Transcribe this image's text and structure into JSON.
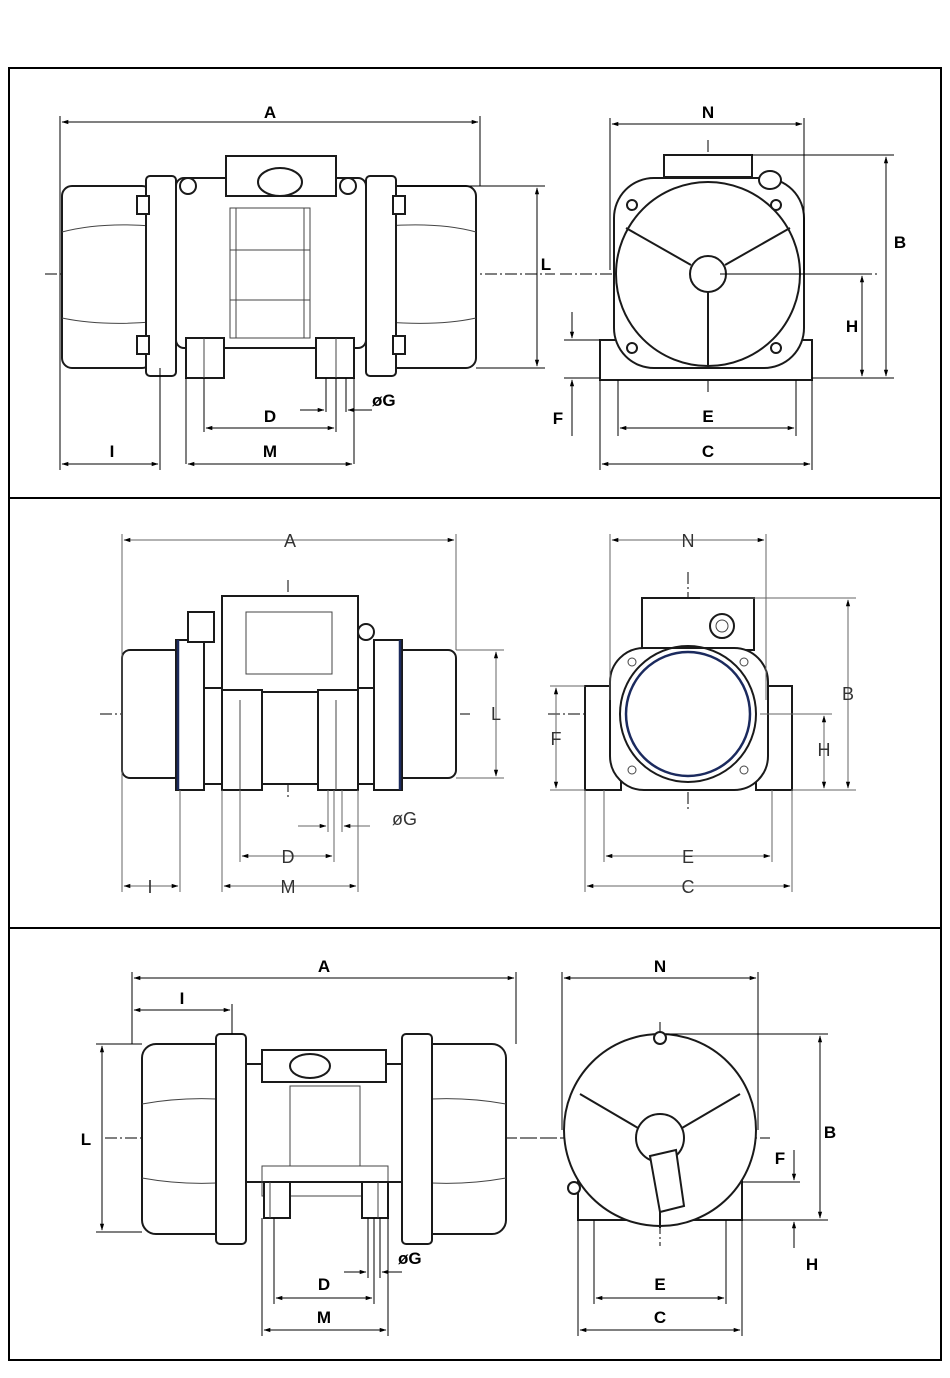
{
  "panels": [
    {
      "side": {
        "A": "A",
        "L": "L",
        "D": "D",
        "G": "øG",
        "I": "I",
        "M": "M"
      },
      "front": {
        "N": "N",
        "B": "B",
        "H": "H",
        "F": "F",
        "E": "E",
        "C": "C"
      }
    },
    {
      "side": {
        "A": "A",
        "L": "L",
        "D": "D",
        "G": "øG",
        "I": "I",
        "M": "M"
      },
      "front": {
        "N": "N",
        "B": "B",
        "H": "H",
        "F": "F",
        "E": "E",
        "C": "C"
      }
    },
    {
      "side": {
        "A": "A",
        "L": "L",
        "D": "D",
        "G": "øG",
        "I": "I",
        "M": "M"
      },
      "front": {
        "N": "N",
        "B": "B",
        "H": "H",
        "F": "F",
        "E": "E",
        "C": "C"
      }
    }
  ]
}
